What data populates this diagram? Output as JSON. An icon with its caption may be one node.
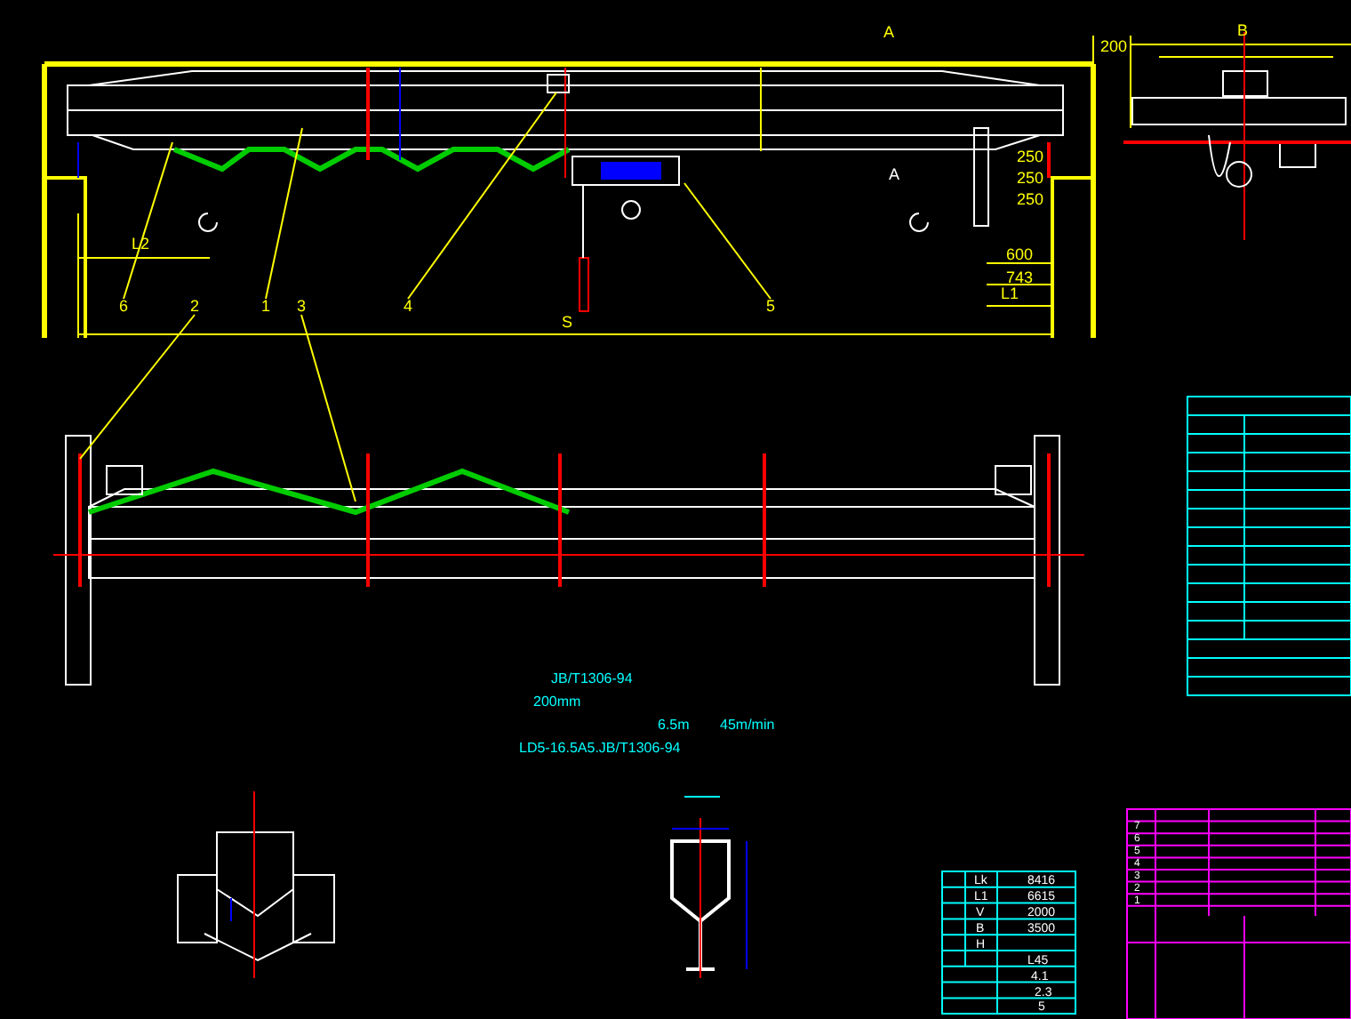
{
  "diagram": {
    "nodes": [
      {
        "text": [
          "6"
        ]
      },
      {
        "text": [
          "2"
        ]
      },
      {
        "text": [
          "1"
        ]
      },
      {
        "text": [
          "3"
        ]
      },
      {
        "text": [
          "4"
        ]
      },
      {
        "text": [
          "5"
        ]
      }
    ],
    "edges": [
      {
        "from": 0,
        "to": null,
        "arrow": "none"
      },
      {
        "from": 1,
        "to": null,
        "arrow": "none"
      },
      {
        "from": 2,
        "to": null,
        "arrow": "none"
      },
      {
        "from": 3,
        "to": null,
        "arrow": "none"
      },
      {
        "from": 4,
        "to": null,
        "arrow": "none"
      },
      {
        "from": 5,
        "to": null,
        "arrow": "none"
      }
    ],
    "labels": [
      "A",
      "200",
      "A",
      "250",
      "250",
      "250",
      "L2",
      "600",
      "743",
      "L1",
      "S",
      "B",
      "JB/T1306-94",
      "200mm",
      "6.5m",
      "45m/min",
      "LD5-16.5A5.JB/T1306-94",
      "Lk",
      "8416",
      "L1",
      "6615",
      "V",
      "2000",
      "B",
      "3500",
      "H",
      "L45",
      "4.1",
      "2.3",
      "5",
      "7",
      "6",
      "5",
      "4",
      "3",
      "2",
      "1"
    ]
  }
}
